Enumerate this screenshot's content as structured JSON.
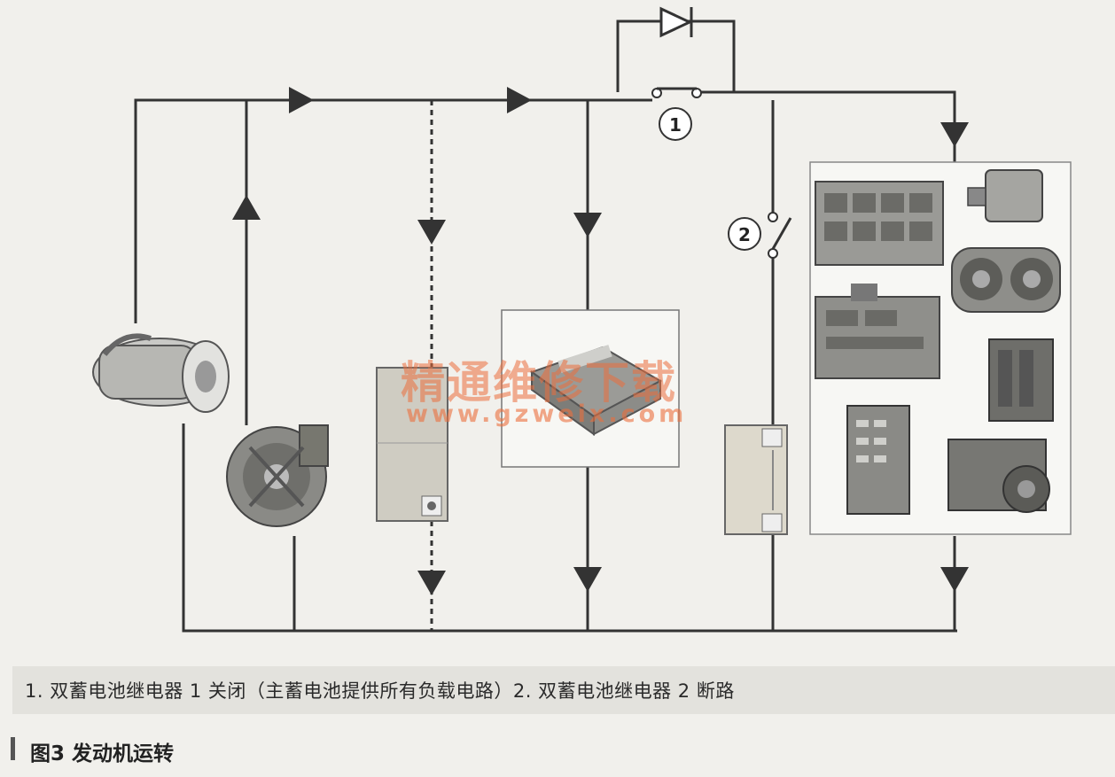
{
  "labels": {
    "relay1": "1",
    "relay2": "2"
  },
  "caption": "1. 双蓄电池继电器 1 关闭（主蓄电池提供所有负载电路）2. 双蓄电池继电器 2 断路",
  "figure_label": "图3   发动机运转",
  "watermark": {
    "text": "精通维修下载",
    "url": "www.gzweix.com"
  },
  "colors": {
    "wire": "#333333",
    "background": "#f1f0ec",
    "watermark": "#eb6e3c"
  }
}
